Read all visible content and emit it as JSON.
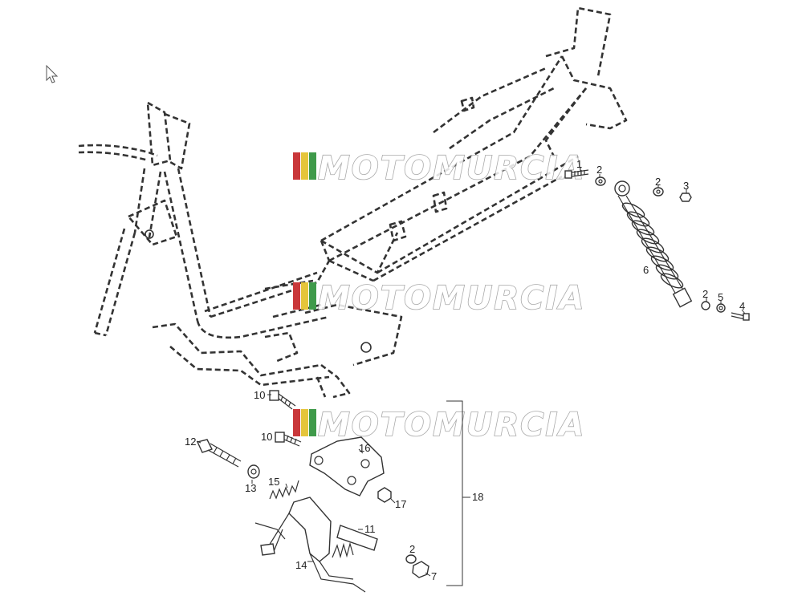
{
  "watermark": {
    "text": "MOTOMURCIA",
    "stripe_colors": [
      "#c9373a",
      "#e5c53a",
      "#3f9a4a"
    ]
  },
  "callouts": {
    "c1": "1",
    "c2a": "2",
    "c2b": "2",
    "c2c": "2",
    "c2d": "2",
    "c3": "3",
    "c4": "4",
    "c5": "5",
    "c6": "6",
    "c7": "7",
    "c10a": "10",
    "c10b": "10",
    "c11": "11",
    "c12": "12",
    "c13": "13",
    "c14": "14",
    "c15": "15",
    "c16": "16",
    "c17": "17",
    "c18": "18"
  },
  "cursor": {
    "icon": "arrow-cursor-icon"
  }
}
